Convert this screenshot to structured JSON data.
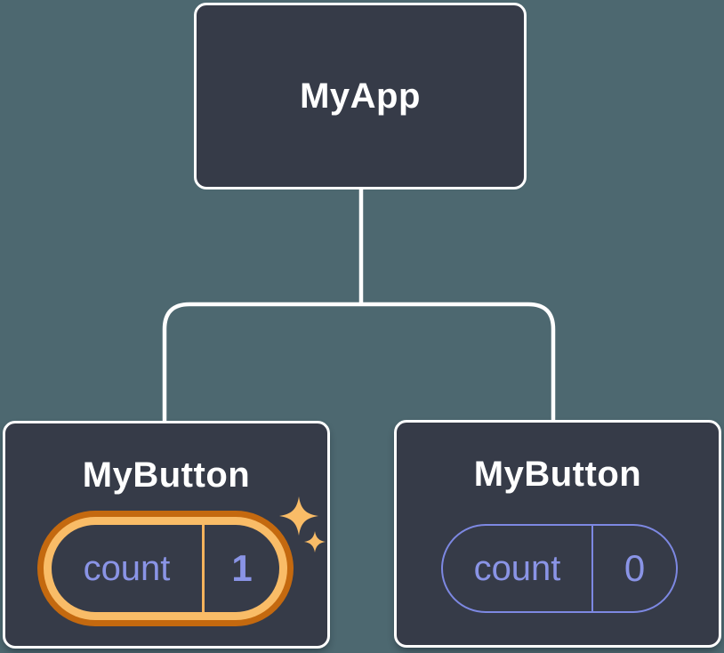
{
  "diagram": {
    "description": "Component tree: MyApp root with two MyButton children holding count state",
    "root": {
      "title": "MyApp"
    },
    "children": [
      {
        "title": "MyButton",
        "state": {
          "label": "count",
          "value": "1"
        },
        "highlighted": true
      },
      {
        "title": "MyButton",
        "state": {
          "label": "count",
          "value": "0"
        },
        "highlighted": false
      }
    ]
  },
  "icons": {
    "sparkles": "sparkles-icon (two four-point stars marking updated state)"
  },
  "colors": {
    "background": "#4d6870",
    "node_fill": "#363b48",
    "node_border": "#ffffff",
    "connector": "#ffffff",
    "state_purple": "#8a94e6",
    "pill_outline_purple": "#7d88e2",
    "highlight_orange_dark": "#c4690f",
    "highlight_orange_light": "#f9bc67",
    "sparkle_gold": "#f9bc67"
  }
}
